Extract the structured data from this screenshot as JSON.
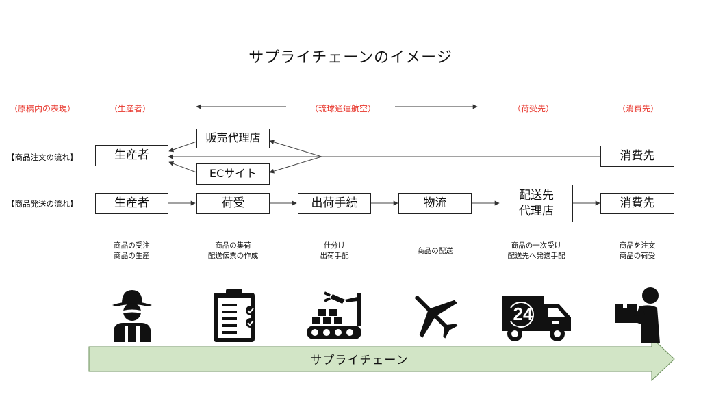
{
  "title": "サプライチェーンのイメージ",
  "headers": {
    "original": "（原稿内の表現）",
    "producer": "（生産者）",
    "airline": "（琉球通運航空）",
    "receiver": "（荷受先）",
    "consumer": "（消費先）"
  },
  "order_flow": {
    "label": "【商品注文の流れ】",
    "producer": "生産者",
    "agency": "販売代理店",
    "ec_site": "ECサイト",
    "consumer": "消費先"
  },
  "shipping_flow": {
    "label": "【商品発送の流れ】",
    "steps": [
      {
        "label": "生産者",
        "desc": [
          "商品の受注",
          "商品の生産"
        ]
      },
      {
        "label": "荷受",
        "desc": [
          "商品の集荷",
          "配送伝票の作成"
        ]
      },
      {
        "label": "出荷手続",
        "desc": [
          "仕分け",
          "出荷手配"
        ]
      },
      {
        "label": "物流",
        "desc": [
          "商品の配送"
        ]
      },
      {
        "label_lines": [
          "配送先",
          "代理店"
        ],
        "desc": [
          "商品の一次受け",
          "配送先へ発送手配"
        ]
      },
      {
        "label": "消費先",
        "desc": [
          "商品を注文",
          "商品の荷受"
        ]
      }
    ]
  },
  "icons": [
    "farmer-icon",
    "checklist-clipboard-icon",
    "factory-robot-conveyor-icon",
    "airplane-icon",
    "delivery-truck-24h-icon",
    "person-carrying-box-icon"
  ],
  "banner": {
    "label": "サプライチェーン",
    "color": "#d2e5c6"
  },
  "colors": {
    "accent_red": "#e8362c"
  }
}
